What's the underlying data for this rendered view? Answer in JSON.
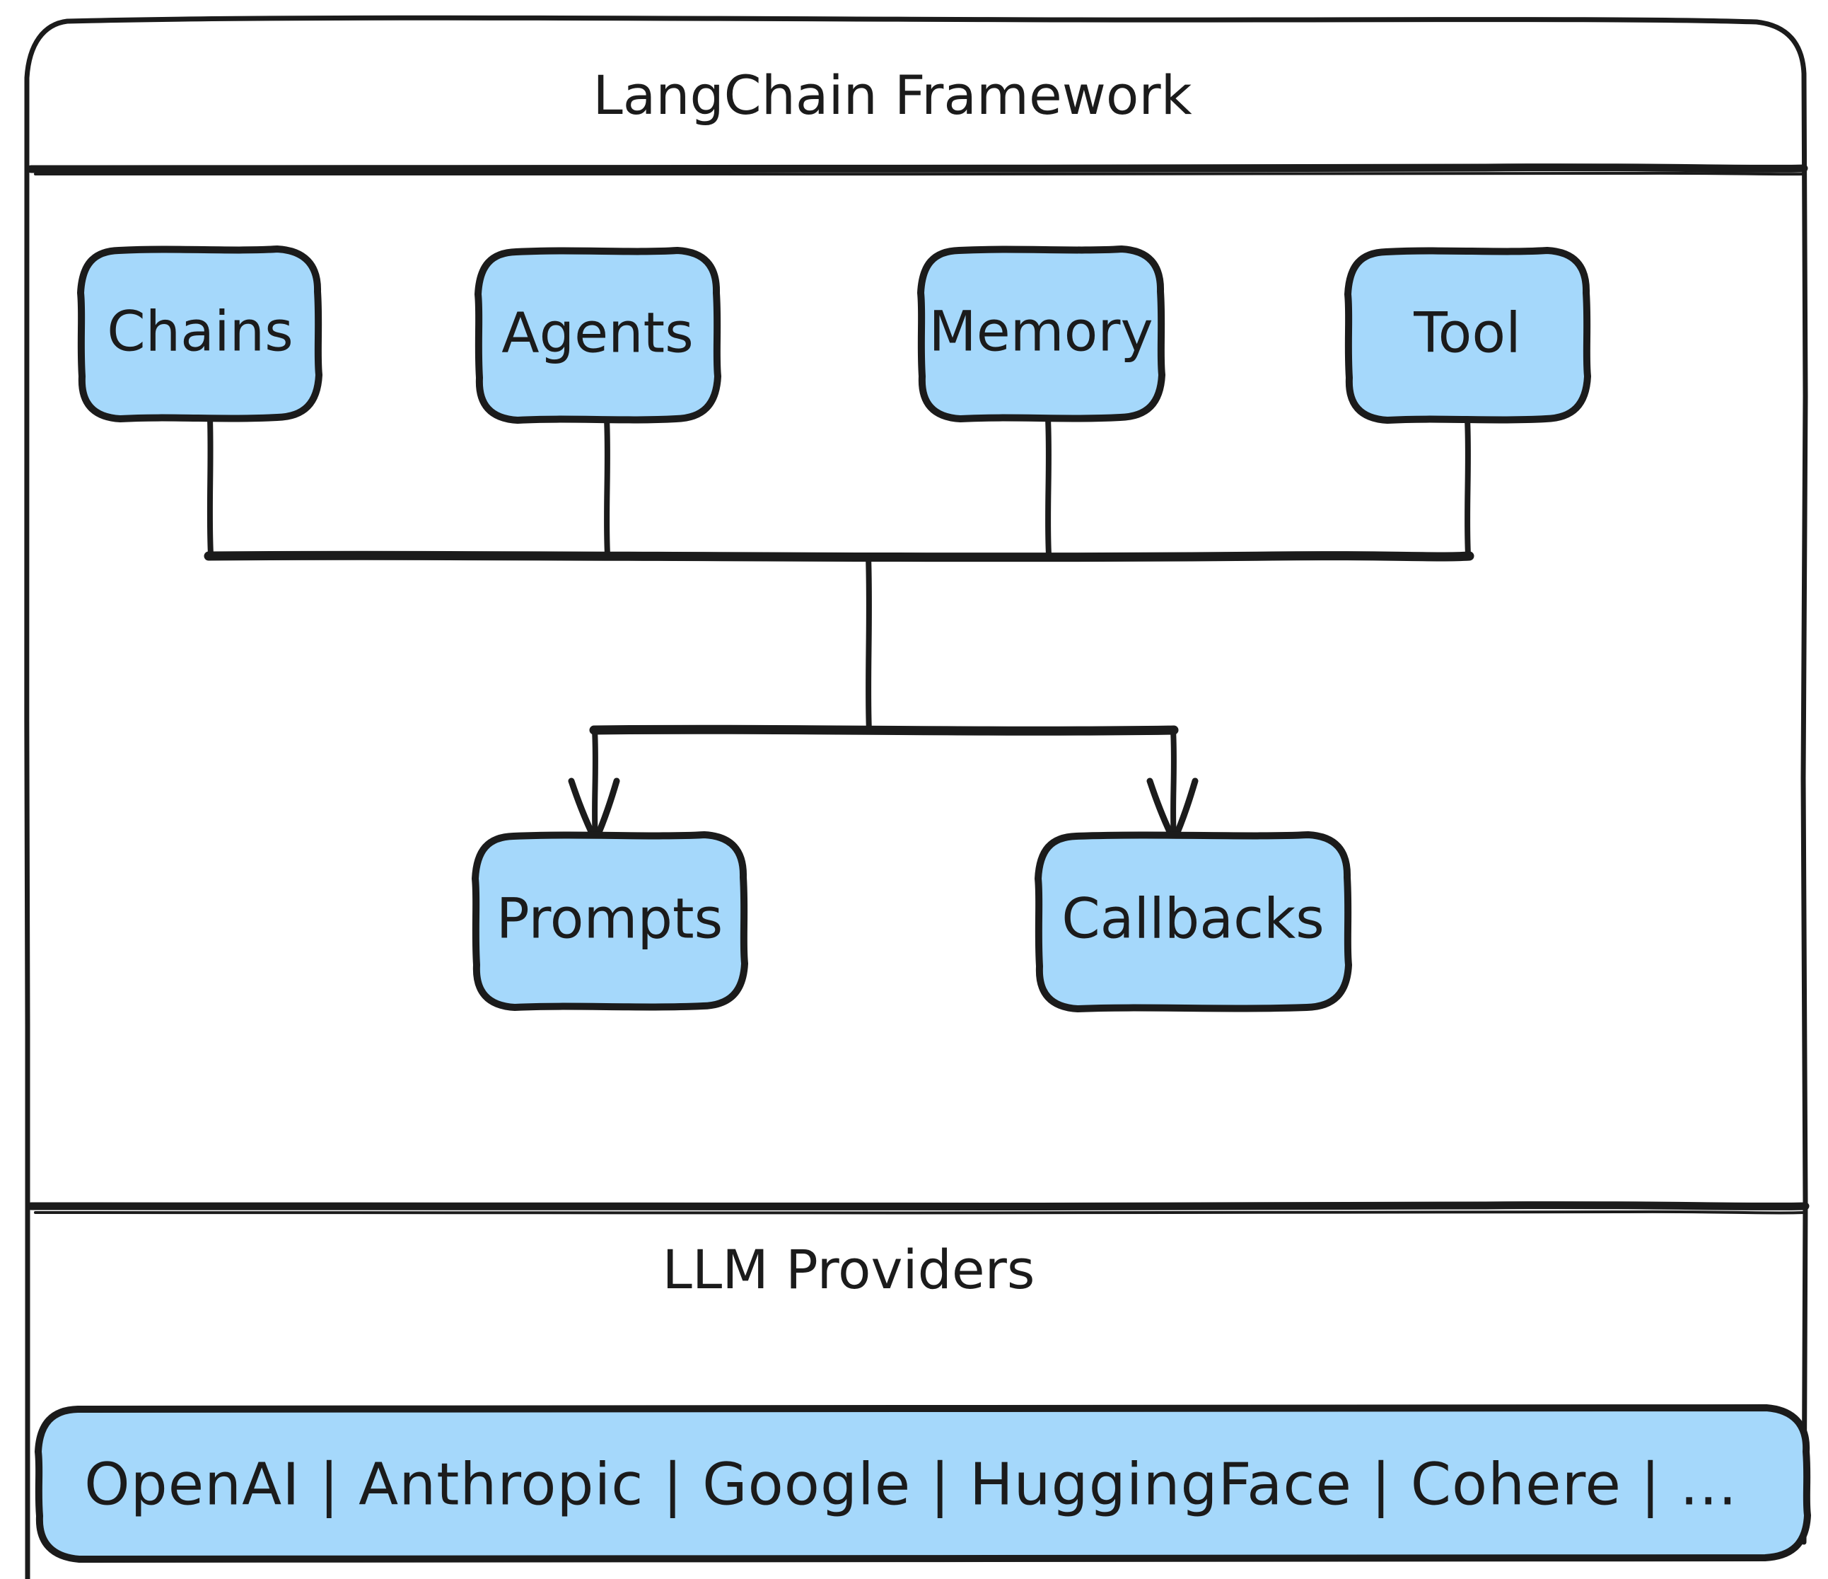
{
  "diagram": {
    "title": "LangChain Framework",
    "sections": {
      "framework_header": "LangChain Framework",
      "providers_header": "LLM Providers"
    },
    "colors": {
      "node_fill": "#a5d8fb",
      "stroke": "#1b1b1b",
      "background": "#ffffff"
    },
    "component_nodes": [
      {
        "id": "chains",
        "label": "Chains"
      },
      {
        "id": "agents",
        "label": "Agents"
      },
      {
        "id": "memory",
        "label": "Memory"
      },
      {
        "id": "tool",
        "label": "Tool"
      }
    ],
    "leaf_nodes": [
      {
        "id": "prompts",
        "label": "Prompts"
      },
      {
        "id": "callbacks",
        "label": "Callbacks"
      }
    ],
    "providers": {
      "separator": "|",
      "items": [
        "OpenAI",
        "Anthropic",
        "Google",
        "HuggingFace",
        "Cohere",
        "..."
      ],
      "text": "OpenAI | Anthropic | Google | HuggingFace | Cohere | ..."
    },
    "edges": [
      {
        "from": "chains",
        "to": "bus",
        "type": "line"
      },
      {
        "from": "agents",
        "to": "bus",
        "type": "line"
      },
      {
        "from": "memory",
        "to": "bus",
        "type": "line"
      },
      {
        "from": "tool",
        "to": "bus",
        "type": "line"
      },
      {
        "from": "bus",
        "to": "prompts",
        "type": "arrow"
      },
      {
        "from": "bus",
        "to": "callbacks",
        "type": "arrow"
      }
    ]
  }
}
